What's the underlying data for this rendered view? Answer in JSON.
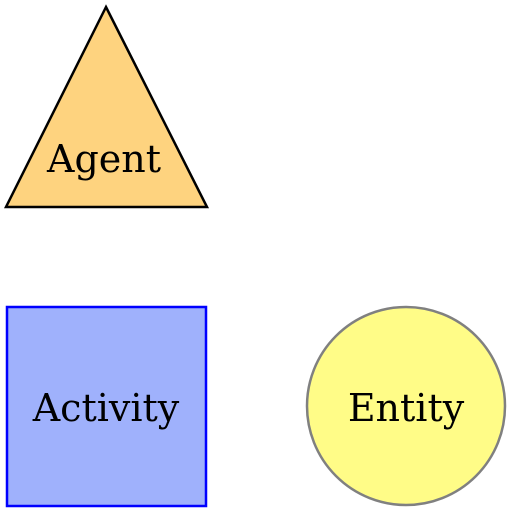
{
  "diagram": {
    "nodes": {
      "agent": {
        "label": "Agent",
        "shape": "triangle",
        "fill": "#FED37F",
        "stroke": "#000000"
      },
      "activity": {
        "label": "Activity",
        "shape": "rectangle",
        "fill": "#9FB1FC",
        "stroke": "#0000FF"
      },
      "entity": {
        "label": "Entity",
        "shape": "circle",
        "fill": "#FFFC87",
        "stroke": "#808080"
      }
    }
  }
}
